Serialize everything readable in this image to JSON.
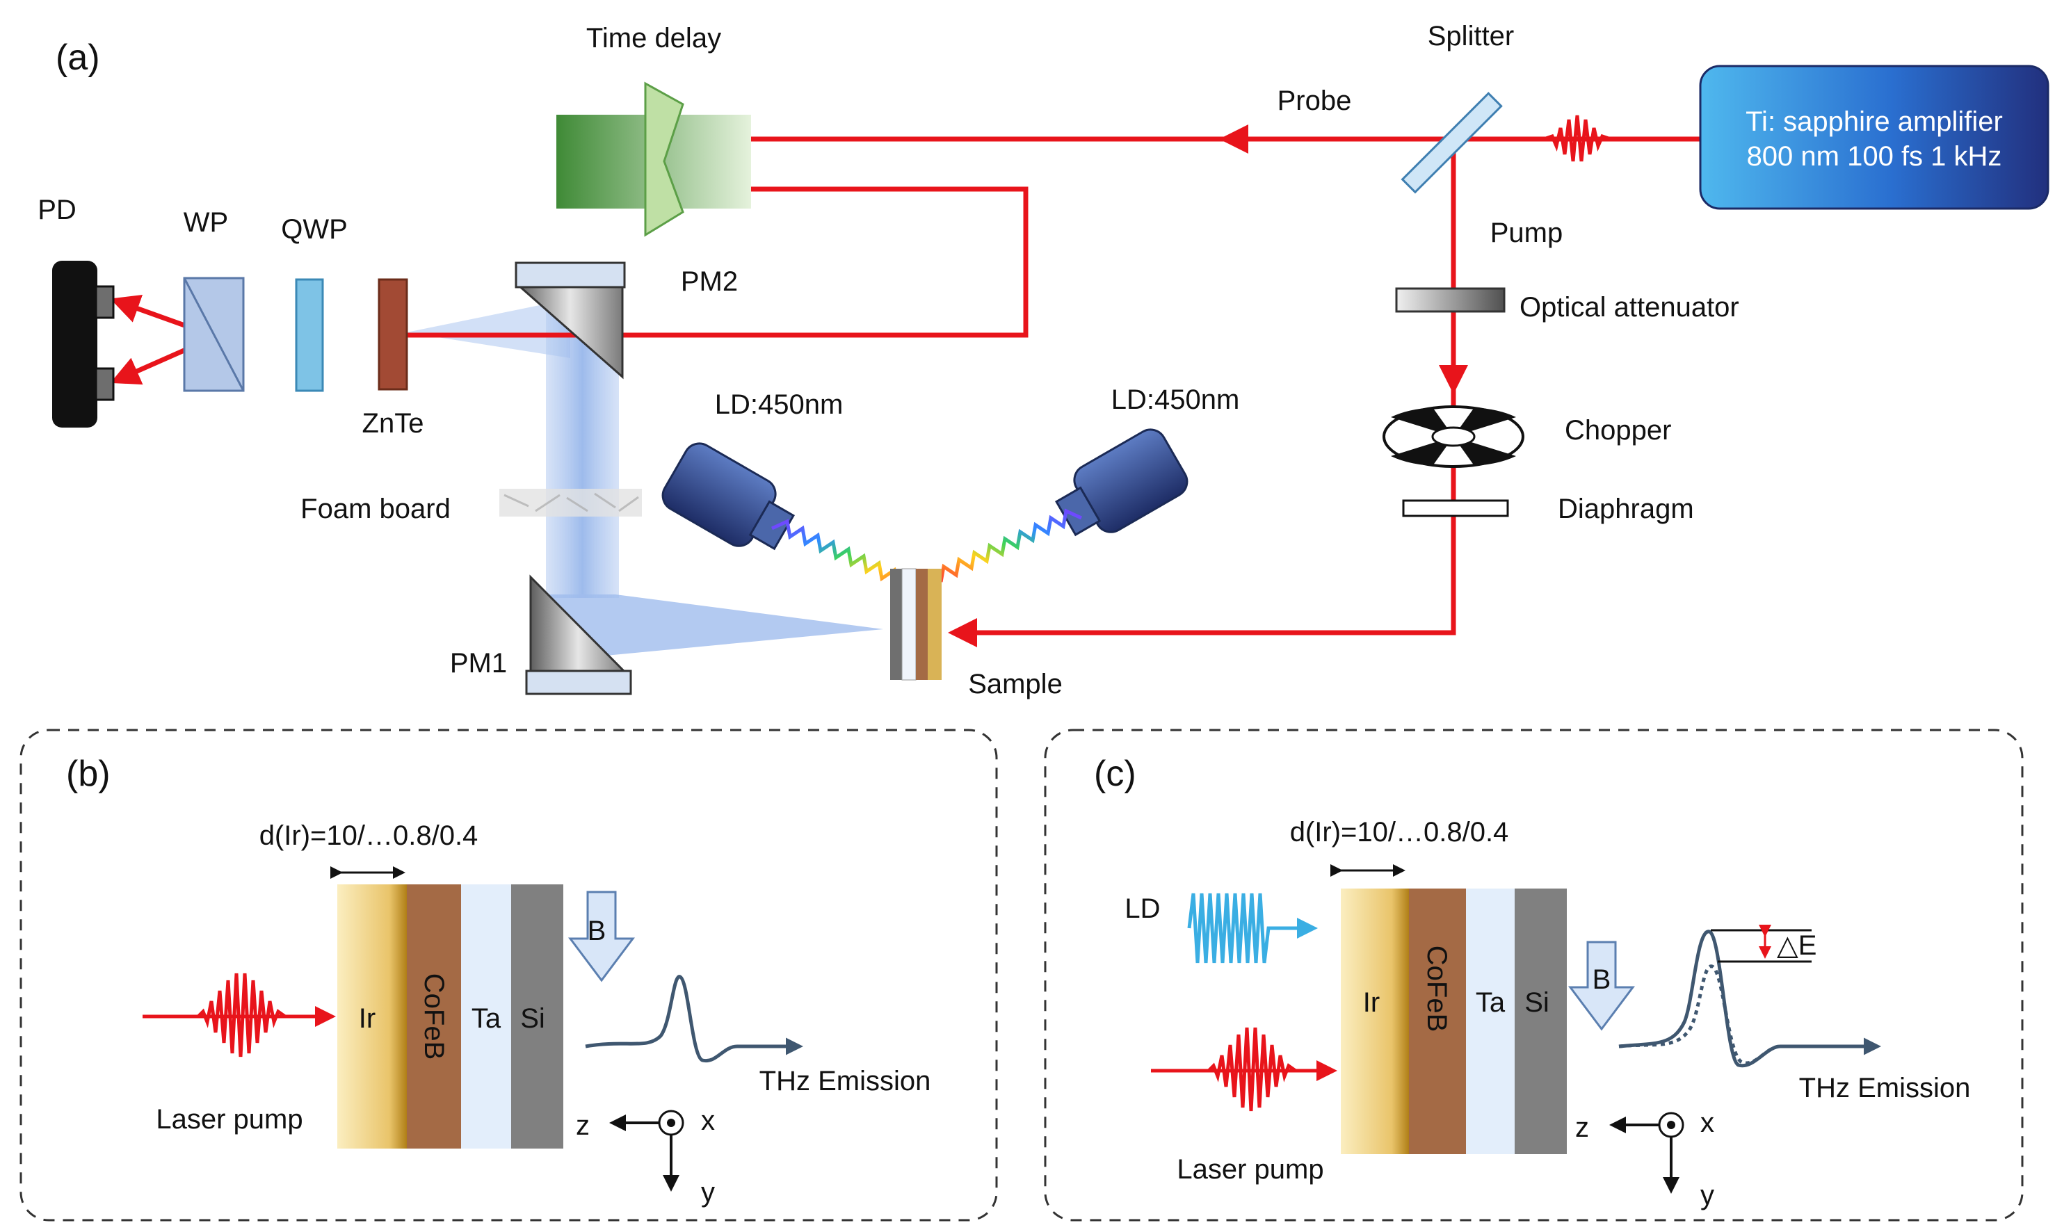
{
  "panel_a": {
    "label": "(a)",
    "time_delay": "Time delay",
    "splitter": "Splitter",
    "probe": "Probe",
    "pump": "Pump",
    "source_line1": "Ti: sapphire amplifier",
    "source_line2": "800 nm 100 fs 1 kHz",
    "pd": "PD",
    "wp": "WP",
    "qwp": "QWP",
    "pm2": "PM2",
    "znte": "ZnTe",
    "optical_attenuator": "Optical attenuator",
    "ld_left": "LD:450nm",
    "ld_right": "LD:450nm",
    "chopper": "Chopper",
    "foam_board": "Foam board",
    "diaphragm": "Diaphragm",
    "pm1": "PM1",
    "sample": "Sample"
  },
  "panel_b": {
    "label": "(b)",
    "thickness": "d(Ir)=10/…0.8/0.4",
    "layers": [
      "Ir",
      "CoFeB",
      "Ta",
      "Si"
    ],
    "field": "B",
    "laser_pump": "Laser pump",
    "thz_emission": "THz Emission",
    "axis_z": "z",
    "axis_x": "x",
    "axis_y": "y"
  },
  "panel_c": {
    "label": "(c)",
    "thickness": "d(Ir)=10/…0.8/0.4",
    "ld": "LD",
    "layers": [
      "Ir",
      "CoFeB",
      "Ta",
      "Si"
    ],
    "field": "B",
    "delta_e": "△E",
    "laser_pump": "Laser pump",
    "thz_emission": "THz Emission",
    "axis_z": "z",
    "axis_x": "x",
    "axis_y": "y"
  },
  "colors": {
    "laser_beam": "#e8141b",
    "thz_beam": "#9bb9e8",
    "source_box": "#2a6fd0",
    "ld_body": "#2a3f7e",
    "ir_layer": "#e9c46a",
    "cofeb_layer": "#a46a45",
    "ta_layer": "#e3eefb",
    "si_layer": "#808080"
  }
}
